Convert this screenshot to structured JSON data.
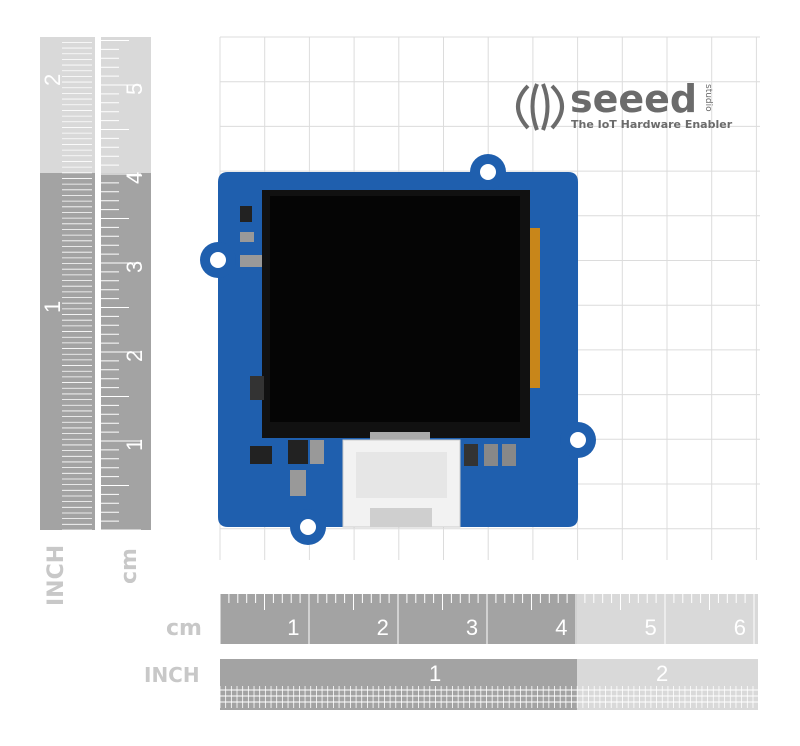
{
  "brand": {
    "logo_name": "seeed",
    "logo_sub": "studio",
    "tagline": "The IoT Hardware Enabler"
  },
  "vertical_rulers": {
    "inch_unit": "INCH",
    "cm_unit": "cm",
    "inch_labels": [
      "1",
      "2"
    ],
    "cm_labels": [
      "1",
      "2",
      "3",
      "4",
      "5"
    ]
  },
  "horizontal_rulers": {
    "cm_unit": "cm",
    "inch_unit": "INCH",
    "cm_labels": [
      "1",
      "2",
      "3",
      "4",
      "5",
      "6"
    ],
    "inch_labels": [
      "1",
      "2"
    ]
  },
  "colors": {
    "pcb": "#1f5fae",
    "ruler_dark": "#a3a3a3",
    "ruler_light": "#d9d9d9",
    "grid": "#dcdcdc",
    "logo": "#6b6b6b"
  }
}
